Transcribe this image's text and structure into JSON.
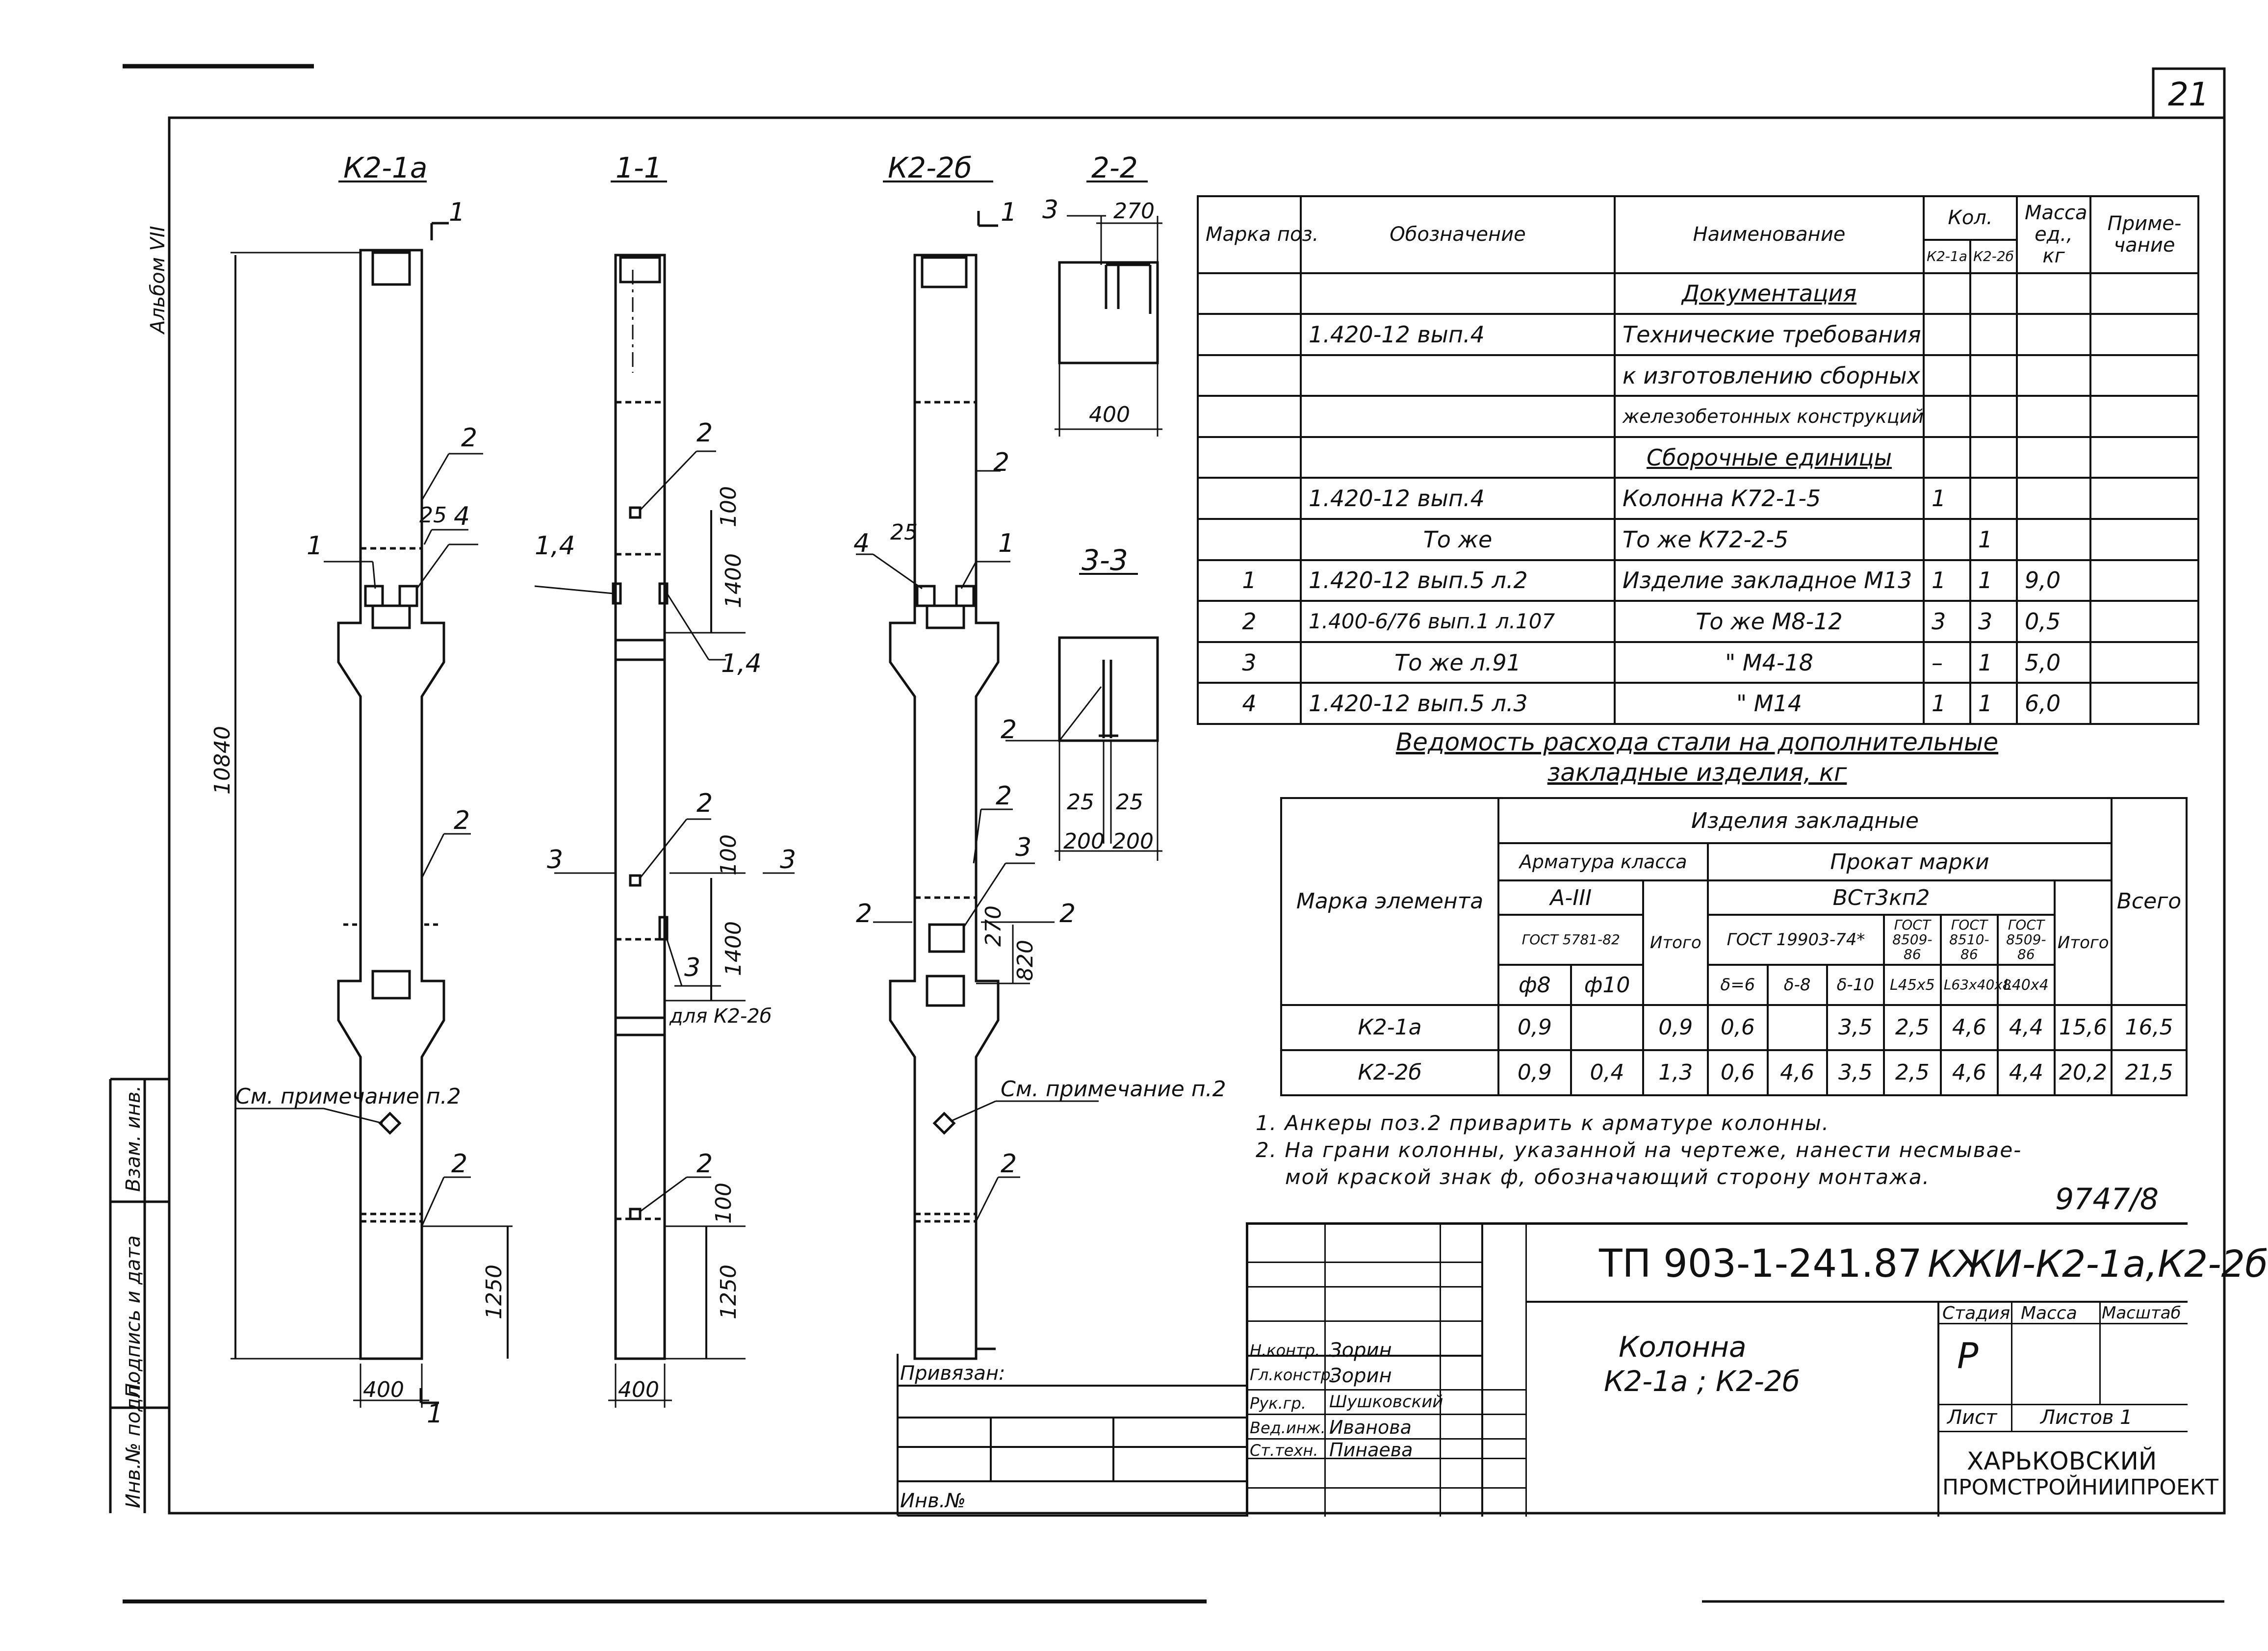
{
  "sheet": {
    "page_number": "21",
    "album_label": "Альбом VII",
    "doc_number": "9747/8",
    "left_strip_1": "Взам. инв.",
    "left_strip_2": "Подпись и дата",
    "left_strip_3": "Инв.№ подл."
  },
  "views": {
    "k21a_title": "К2-1а",
    "section11_title": "1-1",
    "k22b_title": "К2-2б",
    "section22_title": "2-2",
    "section33_title": "3-3",
    "dim_total_height": "10840",
    "dim_1400_a": "1400",
    "dim_1400_b": "1400",
    "dim_100_a": "100",
    "dim_100_b": "100",
    "dim_100_c": "100",
    "dim_1250_a": "1250",
    "dim_1250_b": "1250",
    "dim_400_a": "400",
    "dim_400_b": "400",
    "dim_400_sec": "400",
    "dim_270_top": "270",
    "dim_270_mid": "270",
    "dim_820": "820",
    "dim_25_a": "25",
    "dim_25_b": "25",
    "dim_25_c": "25",
    "dim_25_d": "25",
    "dim_200_a": "200",
    "dim_200_b": "200",
    "note_ref_a": "См. примечание п.2",
    "note_ref_b": "См. примечание п.2",
    "for_label": "для К2-2б",
    "pos": {
      "p1": "1",
      "p2": "2",
      "p3": "3",
      "p4": "4",
      "p14": "1,4"
    },
    "cut_1": "1",
    "cut_2": "2",
    "cut_3": "3"
  },
  "spec_table": {
    "headers": {
      "mark": "Марка поз.",
      "designation": "Обозначение",
      "name": "Наименование",
      "qty": "Кол.",
      "qty_k21a": "К2-1а",
      "qty_k22b": "К2-2б",
      "mass": "Масса ед., кг",
      "note": "Приме-чание"
    },
    "section_docs": "Документация",
    "section_units": "Сборочные единицы",
    "rows": [
      {
        "mark": "",
        "designation": "1.420-12 вып.4",
        "name": "Технические требования",
        "q1": "",
        "q2": "",
        "mass": "",
        "note": ""
      },
      {
        "mark": "",
        "designation": "",
        "name": "к изготовлению сборных",
        "q1": "",
        "q2": "",
        "mass": "",
        "note": ""
      },
      {
        "mark": "",
        "designation": "",
        "name": "железобетонных конструкций",
        "q1": "",
        "q2": "",
        "mass": "",
        "note": ""
      },
      {
        "mark": "",
        "designation": "1.420-12 вып.4",
        "name": "Колонна К72-1-5",
        "q1": "1",
        "q2": "",
        "mass": "",
        "note": ""
      },
      {
        "mark": "",
        "designation": "То же",
        "name": "То же К72-2-5",
        "q1": "",
        "q2": "1",
        "mass": "",
        "note": ""
      },
      {
        "mark": "1",
        "designation": "1.420-12 вып.5 л.2",
        "name": "Изделие закладное М13",
        "q1": "1",
        "q2": "1",
        "mass": "9,0",
        "note": ""
      },
      {
        "mark": "2",
        "designation": "1.400-6/76 вып.1 л.107",
        "name": "То же М8-12",
        "q1": "3",
        "q2": "3",
        "mass": "0,5",
        "note": ""
      },
      {
        "mark": "3",
        "designation": "То же л.91",
        "name": "\" М4-18",
        "q1": "–",
        "q2": "1",
        "mass": "5,0",
        "note": ""
      },
      {
        "mark": "4",
        "designation": "1.420-12 вып.5 л.3",
        "name": "\" М14",
        "q1": "1",
        "q2": "1",
        "mass": "6,0",
        "note": ""
      }
    ]
  },
  "steel_table": {
    "title_line1": "Ведомость расхода стали на дополнительные",
    "title_line2": "закладные изделия, кг",
    "h_items": "Изделия закладные",
    "h_rebar": "Арматура класса",
    "h_rolled": "Прокат марки",
    "h_class": "А-III",
    "h_steel": "ВСт3кп2",
    "h_gost_rebar": "ГОСТ 5781-82",
    "h_gost_plate": "ГОСТ 19903-74*",
    "h_gost_8509": "ГОСТ 8509-86",
    "h_gost_8510": "ГОСТ 8510-86",
    "h_gost_8509b": "ГОСТ 8509-86",
    "h_total_rebar": "Итого",
    "h_total_rolled": "Итого",
    "h_grand_total": "Всего",
    "h_mark": "Марка элемента",
    "h_d8": "ф8",
    "h_d10": "ф10",
    "h_t6": "δ=6",
    "h_t8": "δ-8",
    "h_t10": "δ-10",
    "h_l45": "L45х5",
    "h_l63": "L63х40х8",
    "h_l40": "L40х4",
    "rows": [
      {
        "mark": "К2-1а",
        "d8": "0,9",
        "d10": "",
        "tot1": "0,9",
        "t6": "0,6",
        "t8": "",
        "t10": "3,5",
        "l45": "2,5",
        "l63": "4,6",
        "l40": "4,4",
        "tot2": "15,6",
        "all": "16,5"
      },
      {
        "mark": "К2-2б",
        "d8": "0,9",
        "d10": "0,4",
        "tot1": "1,3",
        "t6": "0,6",
        "t8": "4,6",
        "t10": "3,5",
        "l45": "2,5",
        "l63": "4,6",
        "l40": "4,4",
        "tot2": "20,2",
        "all": "21,5"
      }
    ]
  },
  "notes": {
    "n1": "1. Анкеры поз.2 приварить к арматуре колонны.",
    "n2a": "2. На грани колонны, указанной на чертеже, нанести несмывае-",
    "n2b": "мой краской знак ф, обозначающий сторону монтажа."
  },
  "title_block": {
    "project_code": "ТП 903-1-241.87",
    "sheet_code": "КЖИ-К2-1а,К2-2б",
    "tied_label": "Привязан:",
    "inv_label": "Инв.№",
    "object_name_1": "Колонна",
    "object_name_2": "К2-1а ; К2-2б",
    "stage_label": "Стадия",
    "mass_label": "Масса",
    "scale_label": "Масштаб",
    "stage_value": "Р",
    "sheet_label": "Лист",
    "sheets_label": "Листов 1",
    "org_1": "ХАРЬКОВСКИЙ",
    "org_2": "ПРОМСТРОЙНИИПРОЕКТ",
    "signers": [
      {
        "role": "Н.контр.",
        "name": "Зорин"
      },
      {
        "role": "Гл.констр.",
        "name": "Зорин"
      },
      {
        "role": "Рук.гр.",
        "name": "Шушковский"
      },
      {
        "role": "Вед.инж.",
        "name": "Иванова"
      },
      {
        "role": "Ст.техн.",
        "name": "Пинаева"
      }
    ]
  }
}
